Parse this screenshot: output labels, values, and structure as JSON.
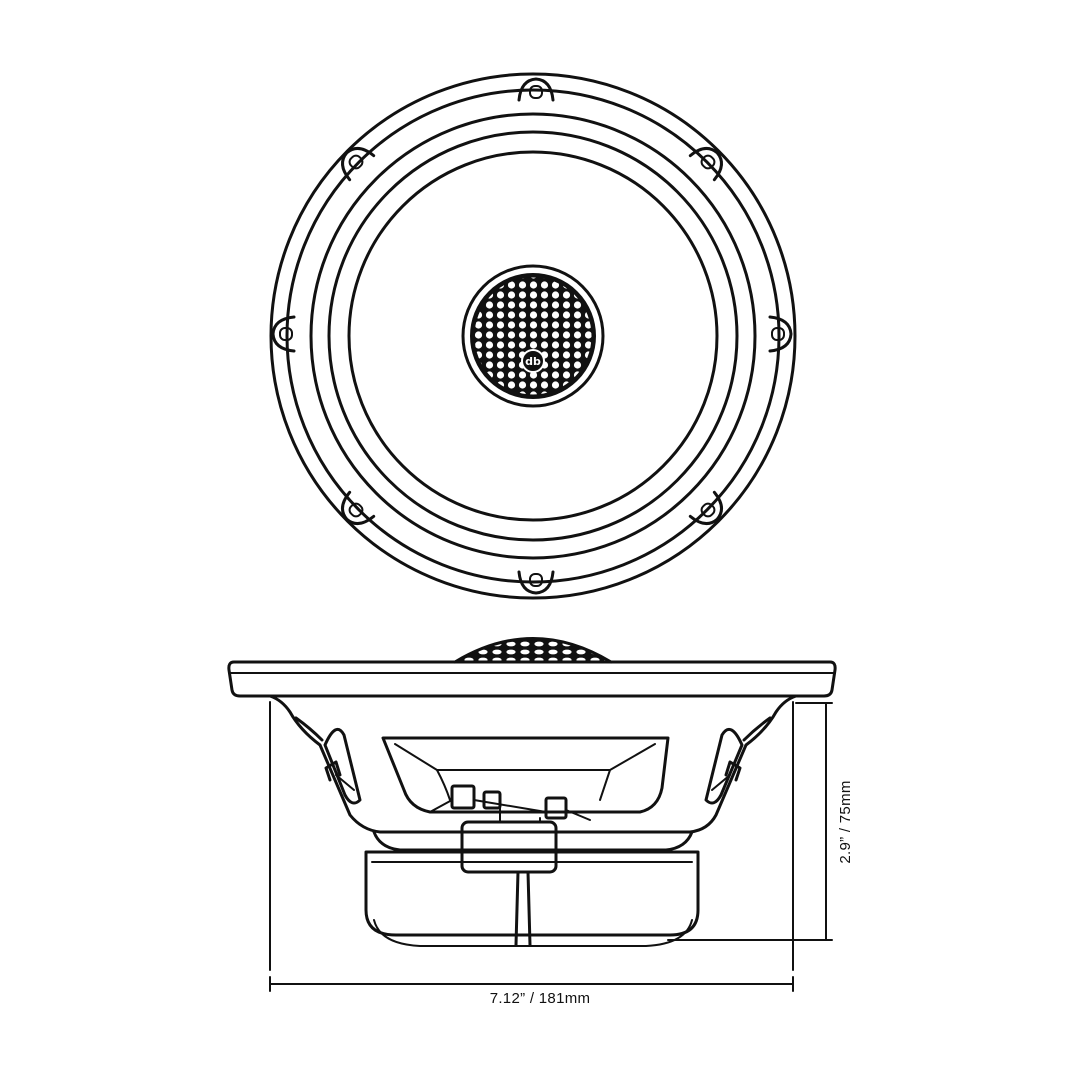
{
  "dimensions": {
    "width_label": "7.12” / 181mm",
    "depth_label": "2.9” / 75mm"
  },
  "logo": {
    "text": "db"
  },
  "colors": {
    "line": "#111111",
    "background": "#ffffff"
  }
}
